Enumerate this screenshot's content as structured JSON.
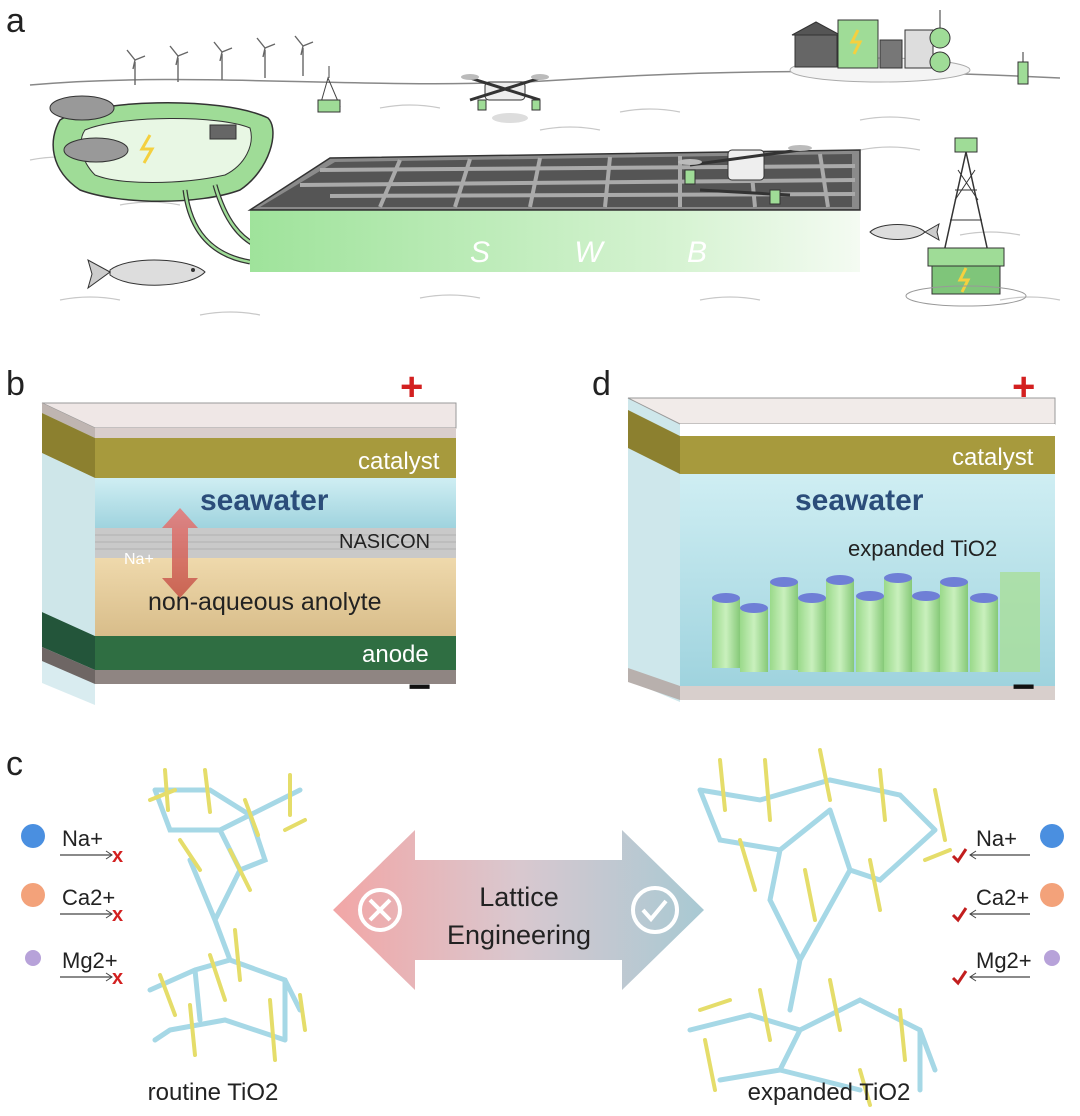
{
  "panels": {
    "a": {
      "letter": "a",
      "battery_text": "S W B"
    },
    "b": {
      "letter": "b",
      "plus": "+",
      "minus": "−",
      "layers": {
        "catalyst": "catalyst",
        "seawater": "seawater",
        "ion": "Na+",
        "separator": "NASICON",
        "anolyte": "non-aqueous anolyte",
        "anode": "anode"
      }
    },
    "c": {
      "letter": "c",
      "left_ions": [
        {
          "label": "Na+",
          "color": "#4a8fe0",
          "mark": "x"
        },
        {
          "label": "Ca2+",
          "color": "#f3a27a",
          "mark": "x"
        },
        {
          "label": "Mg2+",
          "color": "#b7a2d9",
          "mark": "x"
        }
      ],
      "right_ions": [
        {
          "label": "Na+",
          "color": "#4a8fe0",
          "mark": "check"
        },
        {
          "label": "Ca2+",
          "color": "#f3a27a",
          "mark": "check"
        },
        {
          "label": "Mg2+",
          "color": "#b7a2d9",
          "mark": "check"
        }
      ],
      "arrow_text_line1": "Lattice",
      "arrow_text_line2": "Engineering",
      "left_caption": "routine TiO2",
      "right_caption": "expanded TiO2"
    },
    "d": {
      "letter": "d",
      "plus": "+",
      "minus": "−",
      "layers": {
        "catalyst": "catalyst",
        "seawater": "seawater",
        "anode_material": "expanded TiO2"
      }
    }
  },
  "colors": {
    "green_accent": "#7fd07a",
    "catalyst": "#a79a3d",
    "seawater": "#bfe3ea",
    "anolyte": "#e3c99c",
    "anode": "#2f6e42",
    "plus_red": "#d32020",
    "lattice_blue": "#a6d8e6",
    "lattice_yellow": "#e5dd6a"
  }
}
